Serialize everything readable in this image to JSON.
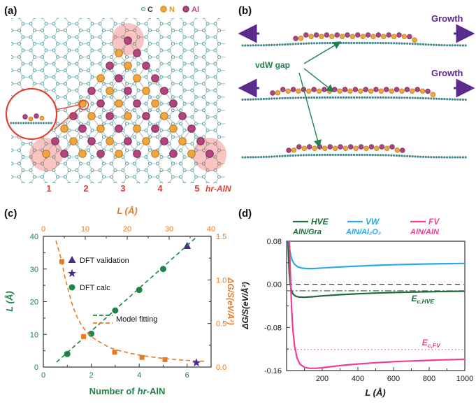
{
  "figure": {
    "panel_a": {
      "label": "(a)",
      "atom_legend": [
        {
          "label": "C",
          "color": "#4e9393",
          "fill": "#eef6f6",
          "text_color": "#3a3a3a"
        },
        {
          "label": "N",
          "color": "#c8821f",
          "fill": "#f2a53c",
          "text_color": "#e8921f"
        },
        {
          "label": "Al",
          "color": "#7c2c57",
          "fill": "#b5437d",
          "text_color": "#b5437d"
        }
      ],
      "unit_numbers": [
        "1",
        "2",
        "3",
        "4",
        "5"
      ],
      "material_label": "hr-AlN",
      "annotation_color": "#e43c2f",
      "lattice_color": "#a5cdcd",
      "lattice_atom_fill": "#edf6f6",
      "lattice_atom_stroke": "#569a9a",
      "al_fill": "#b5437d",
      "al_stroke": "#7c2c57",
      "n_fill": "#f2a53c",
      "n_stroke": "#b97a1e",
      "highlight_color": "rgba(238,80,70,0.33)"
    },
    "panel_b": {
      "label": "(b)",
      "growth_label": "Growth",
      "vdw_gap_label": "vdW gap",
      "growth_color": "#5a2b8c",
      "vdw_color": "#208050",
      "sheet_color": "#45888a",
      "al_fill": "#b5437d",
      "al_stroke": "#7c2c57",
      "n_fill": "#f2a53c",
      "n_stroke": "#b97a1e"
    },
    "panel_c": {
      "label": "(c)"
    },
    "panel_d": {
      "label": "(d)"
    }
  },
  "chart_data": [
    {
      "panel": "c",
      "type": "scatter",
      "axes": {
        "bottom": {
          "label": "Number of hr-AlN",
          "label_parts": [
            "Number of",
            "hr",
            "-AlN"
          ],
          "color": "#1e8449",
          "range": [
            0,
            7
          ],
          "ticks": [
            0,
            2,
            4,
            6
          ],
          "minor_ticks": [
            1,
            3,
            5
          ]
        },
        "top": {
          "label": "L (Å)",
          "color": "#e87a22",
          "range": [
            0,
            40
          ],
          "ticks": [
            0,
            10,
            20,
            30,
            40
          ],
          "minor_ticks": [
            5,
            15,
            25,
            35
          ]
        },
        "left": {
          "label": "L (Å)",
          "color": "#1e8449",
          "range": [
            0,
            40
          ],
          "ticks": [
            0,
            10,
            20,
            30,
            40
          ],
          "minor_ticks": [
            5,
            15,
            25,
            35
          ]
        },
        "right": {
          "label": "ΔG/S(eV/Å²)",
          "color": "#e87a22",
          "range": [
            0,
            1.5
          ],
          "ticks": [
            0,
            0.5,
            1,
            1.5
          ],
          "tick_labels": [
            "0.0",
            "0.5",
            "1.0",
            "1.5"
          ],
          "minor_ticks": [
            0.25,
            0.75,
            1.25
          ]
        }
      },
      "series": [
        {
          "name": "DFT calc (L vs number)",
          "marker": "circle",
          "color": "#1e8449",
          "x_axis": "bottom",
          "y_axis": "left",
          "points": [
            [
              1,
              4
            ],
            [
              2,
              10.2
            ],
            [
              3,
              17.3
            ],
            [
              4,
              23.6
            ],
            [
              5,
              30
            ]
          ]
        },
        {
          "name": "DFT validation (L vs number)",
          "marker": "triangle",
          "color": "#4b2d8e",
          "x_axis": "bottom",
          "y_axis": "left",
          "points": [
            [
              6,
              37
            ]
          ]
        },
        {
          "name": "Model fitting (L vs number)",
          "marker": "dashed-line",
          "color": "#1e8449",
          "x_axis": "bottom",
          "y_axis": "left",
          "points": [
            [
              0.55,
              1.5
            ],
            [
              6.35,
              39.5
            ]
          ]
        },
        {
          "name": "DFT calc (dG/S vs L)",
          "marker": "square",
          "color": "#e87a22",
          "x_axis": "top",
          "y_axis": "right",
          "points": [
            [
              4.4,
              1.21
            ],
            [
              9.6,
              0.35
            ],
            [
              17,
              0.17
            ],
            [
              23.5,
              0.11
            ],
            [
              29,
              0.085
            ]
          ]
        },
        {
          "name": "Model fitting (dG/S vs L)",
          "marker": "dashed-curve",
          "color": "#e87a22",
          "x_axis": "top",
          "y_axis": "right",
          "points": [
            [
              3,
              1.45
            ],
            [
              3.8,
              1.32
            ],
            [
              4.4,
              1.21
            ],
            [
              5.2,
              1.02
            ],
            [
              6,
              0.87
            ],
            [
              7,
              0.7
            ],
            [
              8,
              0.58
            ],
            [
              9,
              0.49
            ],
            [
              10,
              0.42
            ],
            [
              12,
              0.33
            ],
            [
              14,
              0.27
            ],
            [
              16,
              0.22
            ],
            [
              18,
              0.19
            ],
            [
              21,
              0.155
            ],
            [
              24,
              0.128
            ],
            [
              27,
              0.108
            ],
            [
              30,
              0.092
            ],
            [
              33,
              0.08
            ],
            [
              36,
              0.071
            ],
            [
              39,
              0.064
            ]
          ]
        },
        {
          "name": "DFT validation (dG/S vs L)",
          "marker": "star",
          "color": "#4b2d8e",
          "x_axis": "top",
          "y_axis": "right",
          "points": [
            [
              36.5,
              0.05
            ]
          ]
        }
      ],
      "legend": [
        {
          "label": "DFT validation",
          "markers": [
            {
              "shape": "triangle",
              "color": "#4b2d8e"
            },
            {
              "shape": "star",
              "color": "#4b2d8e"
            }
          ]
        },
        {
          "label": "DFT calc",
          "markers": [
            {
              "shape": "circle",
              "color": "#1e8449"
            }
          ]
        },
        {
          "label": "Model fitting",
          "markers": [
            {
              "shape": "dash",
              "color": "#1e8449"
            },
            {
              "shape": "dash",
              "color": "#e87a22"
            }
          ]
        }
      ]
    },
    {
      "panel": "d",
      "type": "line",
      "axes": {
        "bottom": {
          "label": "L (Å)",
          "color": "#1a1a1a",
          "range": [
            0,
            1000
          ],
          "ticks": [
            200,
            400,
            600,
            800,
            1000
          ],
          "minor_ticks": [
            100,
            300,
            500,
            700,
            900
          ]
        },
        "left": {
          "label": "ΔG/S(eV/Å²)",
          "color": "#1a1a1a",
          "range": [
            -0.16,
            0.08
          ],
          "ticks": [
            0.08,
            0,
            -0.08,
            -0.16
          ],
          "tick_labels": [
            "0.08",
            "0.00",
            "-0.08",
            "-0.16"
          ],
          "minor_ticks": [
            0.04,
            -0.04,
            -0.12
          ]
        }
      },
      "legend": [
        {
          "line1": "HVE",
          "line2": "AlN/Gra",
          "color": "#206b3e"
        },
        {
          "line1": "VW",
          "line2": "AlN/Al₂O₃",
          "color": "#2ba8e8"
        },
        {
          "line1": "FV",
          "line2": "AlN/AlN",
          "color": "#ef3f92"
        }
      ],
      "series": [
        {
          "name": "HVE AlN/Gra",
          "color": "#206b3e",
          "points": [
            [
              8,
              0.08
            ],
            [
              11,
              0.05
            ],
            [
              15,
              0.022
            ],
            [
              20,
              0.002
            ],
            [
              27,
              -0.011
            ],
            [
              36,
              -0.018
            ],
            [
              50,
              -0.022
            ],
            [
              70,
              -0.0237
            ],
            [
              100,
              -0.024
            ],
            [
              150,
              -0.023
            ],
            [
              200,
              -0.0215
            ],
            [
              300,
              -0.0192
            ],
            [
              400,
              -0.0175
            ],
            [
              500,
              -0.0162
            ],
            [
              600,
              -0.0152
            ],
            [
              700,
              -0.0144
            ],
            [
              800,
              -0.0138
            ],
            [
              900,
              -0.0133
            ],
            [
              1000,
              -0.0128
            ]
          ]
        },
        {
          "name": "VW AlN/Al₂O₃",
          "color": "#2ba8e8",
          "points": [
            [
              13,
              0.08
            ],
            [
              17,
              0.066
            ],
            [
              23,
              0.054
            ],
            [
              32,
              0.044
            ],
            [
              45,
              0.037
            ],
            [
              62,
              0.0325
            ],
            [
              85,
              0.0302
            ],
            [
              110,
              0.0293
            ],
            [
              150,
              0.0293
            ],
            [
              200,
              0.0303
            ],
            [
              300,
              0.0322
            ],
            [
              400,
              0.0338
            ],
            [
              500,
              0.0352
            ],
            [
              600,
              0.0363
            ],
            [
              700,
              0.0372
            ],
            [
              800,
              0.0379
            ],
            [
              900,
              0.0384
            ],
            [
              1000,
              0.0388
            ]
          ]
        },
        {
          "name": "FV AlN/AlN",
          "color": "#ef3f92",
          "points": [
            [
              16,
              0.08
            ],
            [
              19,
              0.045
            ],
            [
              23,
              0.002
            ],
            [
              28,
              -0.042
            ],
            [
              35,
              -0.083
            ],
            [
              45,
              -0.115
            ],
            [
              58,
              -0.136
            ],
            [
              75,
              -0.148
            ],
            [
              100,
              -0.154
            ],
            [
              130,
              -0.1558
            ],
            [
              170,
              -0.1557
            ],
            [
              220,
              -0.154
            ],
            [
              300,
              -0.1508
            ],
            [
              400,
              -0.1478
            ],
            [
              500,
              -0.1455
            ],
            [
              600,
              -0.1437
            ],
            [
              700,
              -0.1422
            ],
            [
              800,
              -0.141
            ],
            [
              900,
              -0.14
            ],
            [
              1000,
              -0.139
            ]
          ]
        }
      ],
      "ref_lines": [
        {
          "value": 0,
          "style": "dashed",
          "color": "#222222",
          "label_main": null,
          "label_sub": null,
          "label_x": null,
          "label_side": null
        },
        {
          "value": -0.012,
          "style": "dashdot",
          "color": "#206b3e",
          "label_main": "E",
          "label_sub": "c,HVE",
          "label_x": 700,
          "label_side": "below"
        },
        {
          "value": -0.121,
          "style": "dotted",
          "color": "#ef3f92",
          "label_main": "E",
          "label_sub": "c,FV",
          "label_x": 760,
          "label_side": "above"
        }
      ]
    }
  ]
}
